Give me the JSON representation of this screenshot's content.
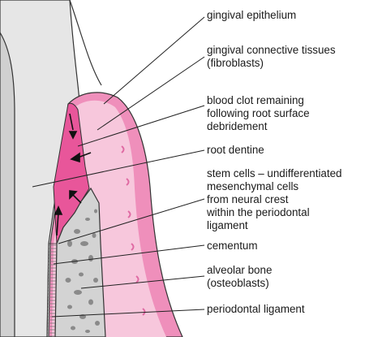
{
  "labels": {
    "gingival_epithelium": "gingival epithelium",
    "gingival_connective": "gingival connective tissues\n(fibroblasts)",
    "blood_clot": "blood clot remaining\nfollowing root surface\ndebridement",
    "root_dentine": "root dentine",
    "stem_cells": "stem cells – undifferentiated\nmesenchymal cells\nfrom neural crest\nwithin the periodontal\nligament",
    "cementum": "cementum",
    "alveolar_bone": "alveolar bone\n(osteoblasts)",
    "periodontal_ligament": "periodontal ligament"
  },
  "colors": {
    "root_dentine": "#e6e6e6",
    "gingiva_light": "#f7c7dc",
    "gingiva_medium": "#ef8fbb",
    "blood_clot": "#e8569a",
    "bone": "#d3d3d3",
    "bone_pores": "#8a8a8a",
    "outline": "#333333"
  },
  "icons": {
    "arrow": "cell-migration-arrow-icon"
  }
}
